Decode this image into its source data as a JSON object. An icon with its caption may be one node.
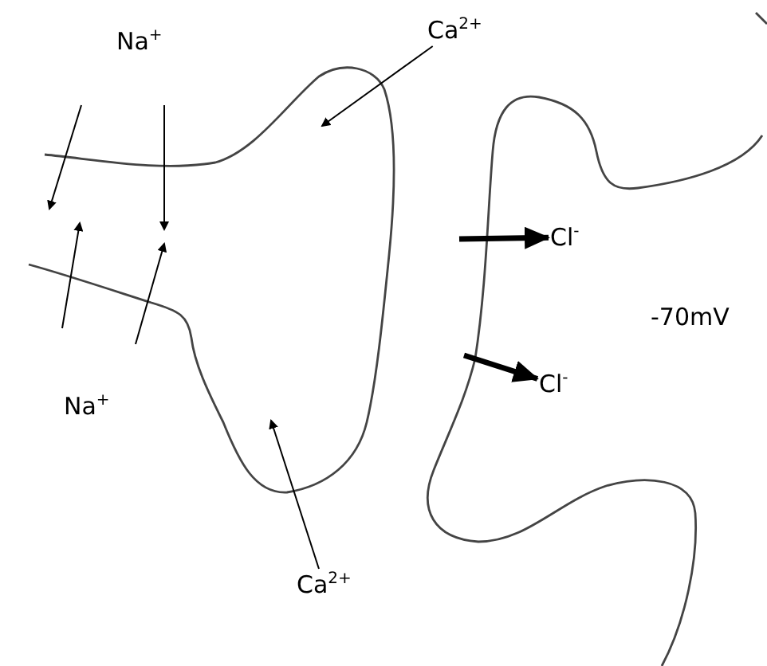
{
  "diagram": {
    "nodes": [
      {
        "text": [
          "Ca$^{2+}$"
        ]
      },
      {
        "text": [
          "Ca$^{2+}$"
        ]
      },
      {
        "text": [
          "Cl$^{-}$"
        ]
      },
      {
        "text": [
          "Cl$^{-}$"
        ]
      }
    ],
    "edges": [
      {
        "from": 0,
        "to": null,
        "arrow": "to"
      },
      {
        "from": 1,
        "to": null,
        "arrow": "to"
      },
      {
        "from": null,
        "to": 2,
        "arrow": "to",
        "style": "thick"
      },
      {
        "from": null,
        "to": 3,
        "arrow": "to",
        "style": "thick"
      }
    ],
    "labels": [
      "Na$^{+}$",
      "-70mV",
      "Na$^{+}$"
    ]
  }
}
